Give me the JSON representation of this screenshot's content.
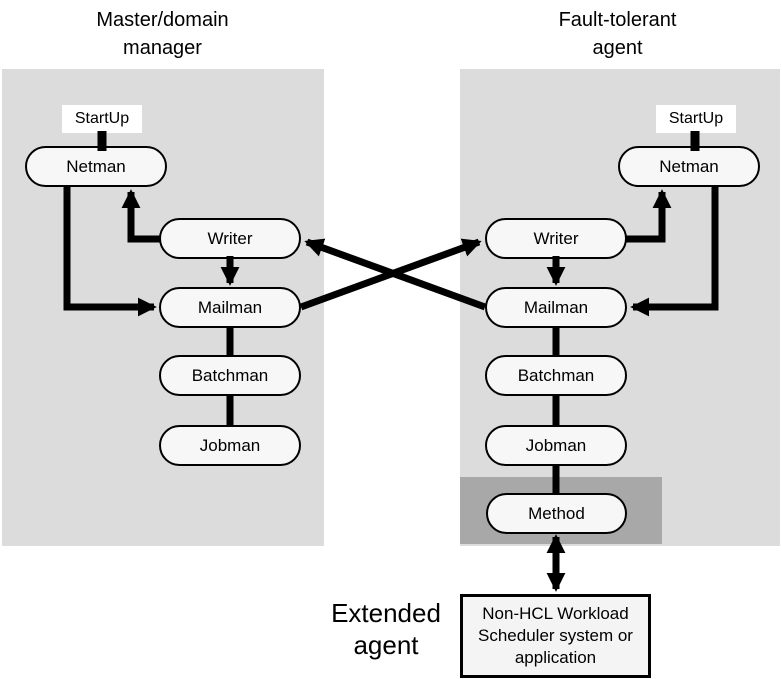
{
  "titles": {
    "master": "Master/domain\nmanager",
    "fault_tolerant": "Fault-tolerant\nagent",
    "extended": "Extended\nagent"
  },
  "master_agent": {
    "startup": "StartUp",
    "netman": "Netman",
    "writer": "Writer",
    "mailman": "Mailman",
    "batchman": "Batchman",
    "jobman": "Jobman"
  },
  "fault_tolerant_agent": {
    "startup": "StartUp",
    "netman": "Netman",
    "writer": "Writer",
    "mailman": "Mailman",
    "batchman": "Batchman",
    "jobman": "Jobman",
    "method": "Method"
  },
  "extended_agent": {
    "external_system": "Non-HCL Workload\nScheduler system or\napplication"
  },
  "colors": {
    "agent_box_bg": "#dcdcdc",
    "extended_band_bg": "#a8a8a8",
    "process_fill": "#f7f7f7",
    "external_box_bg": "#f4f4f4",
    "line": "#000000"
  }
}
